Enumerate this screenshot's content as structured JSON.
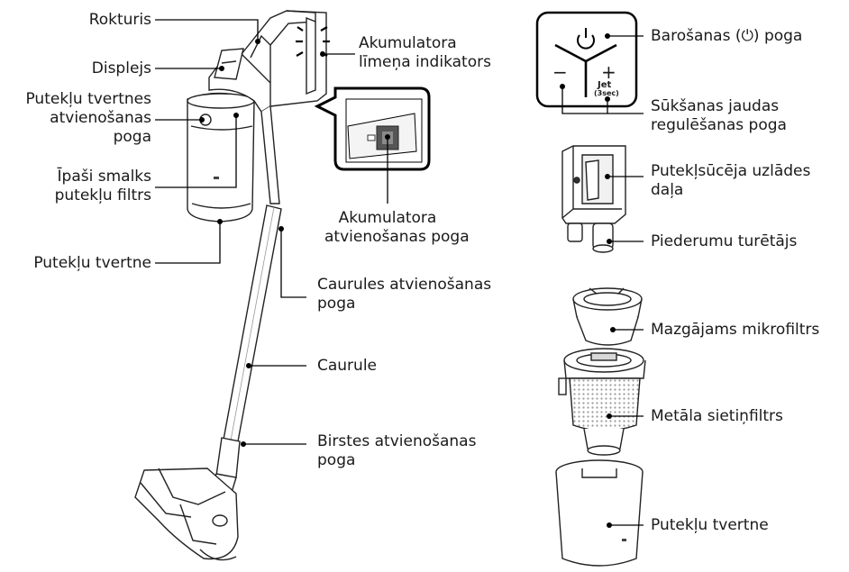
{
  "main_labels": {
    "rokturis": "Rokturis",
    "displejs": "Displejs",
    "putekļu_tvertnes_atvienosana": [
      "Putekļu tvertnes",
      "atvienošanas",
      "poga"
    ],
    "ipasi_smalks_filtrs": [
      "Īpaši smalks",
      "putekļu filtrs"
    ],
    "putekļu_tvertne": "Putekļu tvertne",
    "akumulatora_limena_indikators": [
      "Akumulatora",
      "līmeņa indikators"
    ],
    "akumulatora_atvienosana": [
      "Akumulatora",
      "atvienošanas poga"
    ],
    "caurules_atvienosana": [
      "Caurules atvienošanas",
      "poga"
    ],
    "caurule": "Caurule",
    "birstes_atvienosana": [
      "Birstes atvienošanas",
      "poga"
    ]
  },
  "side_labels": {
    "barosanas_poga": "Barošanas (⏻) poga",
    "suksanas_regulesana": [
      "Sūkšanas jaudas",
      "regulēšanas poga"
    ],
    "uzlades_dala": [
      "Putekļsūcēja uzlādes",
      "daļa"
    ],
    "piederumu_turetajs": "Piederumu turētājs",
    "mazgajams_mikrofiltrs": "Mazgājams mikrofiltrs",
    "metala_sietinfiltrs": "Metāla sietiņfiltrs",
    "putekļu_tvertne_2": "Putekļu tvertne"
  },
  "control_panel": {
    "minus": "−",
    "plus": "+",
    "jet": "Jet",
    "jet_time": "(3sec)",
    "power_glyph": "power-icon"
  },
  "icons": [
    "power-icon",
    "vacuum-illustration",
    "charging-cradle-illustration",
    "microfilter-illustration",
    "mesh-filter-illustration",
    "dust-bin-illustration",
    "battery-zoom-callout"
  ]
}
